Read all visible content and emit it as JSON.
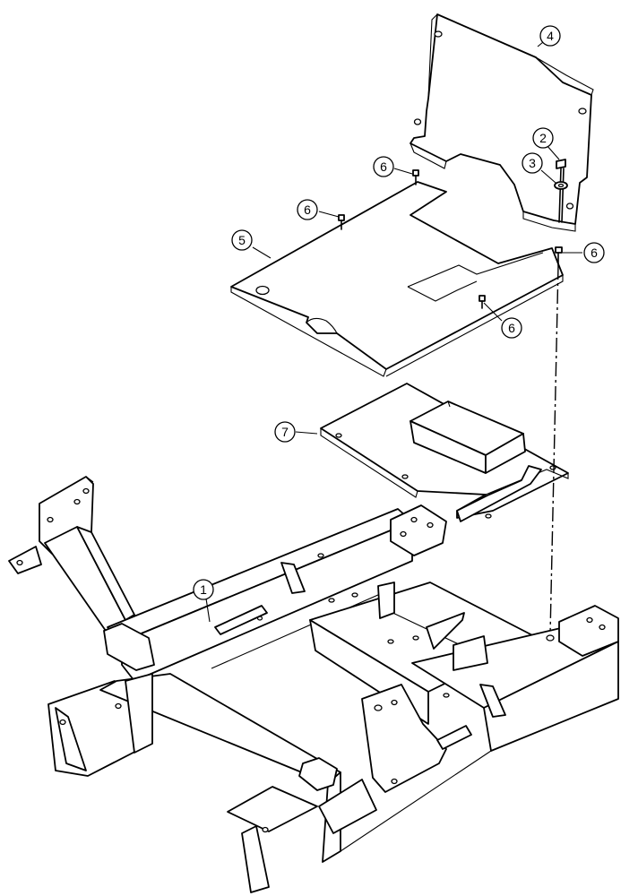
{
  "diagram": {
    "callouts": [
      {
        "id": "1",
        "label": "1"
      },
      {
        "id": "2",
        "label": "2"
      },
      {
        "id": "3",
        "label": "3"
      },
      {
        "id": "4",
        "label": "4"
      },
      {
        "id": "5",
        "label": "5"
      },
      {
        "id": "6a",
        "label": "6"
      },
      {
        "id": "6b",
        "label": "6"
      },
      {
        "id": "6c",
        "label": "6"
      },
      {
        "id": "6d",
        "label": "6"
      },
      {
        "id": "7",
        "label": "7"
      }
    ]
  }
}
